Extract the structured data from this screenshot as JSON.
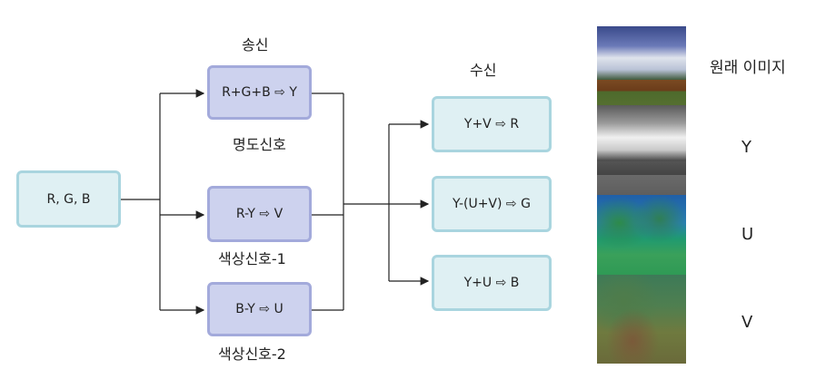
{
  "labels": {
    "transmit": "송신",
    "receive": "수신",
    "luminance_signal": "명도신호",
    "color_signal_1": "색상신호-1",
    "color_signal_2": "색상신호-2"
  },
  "input_box": "R, G, B",
  "transmit_boxes": [
    "R+G+B ⇨ Y",
    "R-Y ⇨ V",
    "B-Y ⇨ U"
  ],
  "receive_boxes": [
    "Y+V ⇨ R",
    "Y-(U+V) ⇨ G",
    "Y+U ⇨ B"
  ],
  "image_labels": [
    "원래 이미지",
    "Y",
    "U",
    "V"
  ]
}
